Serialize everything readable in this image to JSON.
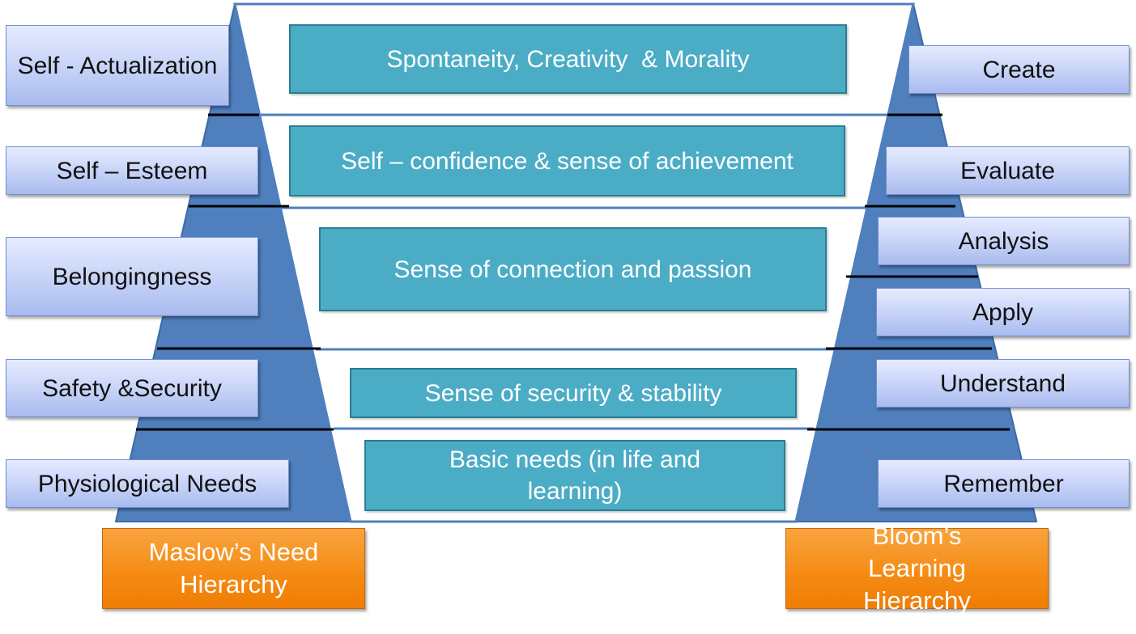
{
  "maslow": {
    "title": "Maslow’s Need Hierarchy",
    "levels": [
      "Self - Actualization",
      "Self – Esteem",
      "Belongingness",
      "Safety &Security",
      "Physiological Needs"
    ]
  },
  "outcomes": [
    "Spontaneity, Creativity  & Morality",
    "Self – confidence & sense of achievement",
    "Sense of connection and passion",
    "Sense of security & stability",
    "Basic needs (in life and learning)"
  ],
  "bloom": {
    "title": "Bloom’s Learning Hierarchy",
    "levels": [
      "Create",
      "Evaluate",
      "Analysis",
      "Apply",
      "Understand",
      "Remember"
    ]
  },
  "colors": {
    "triangle": "#4f7fbd",
    "center_box": "#4bacc6",
    "side_box": "#c5d2f7",
    "footer_box": "#f58a12",
    "divider": "#000000"
  }
}
